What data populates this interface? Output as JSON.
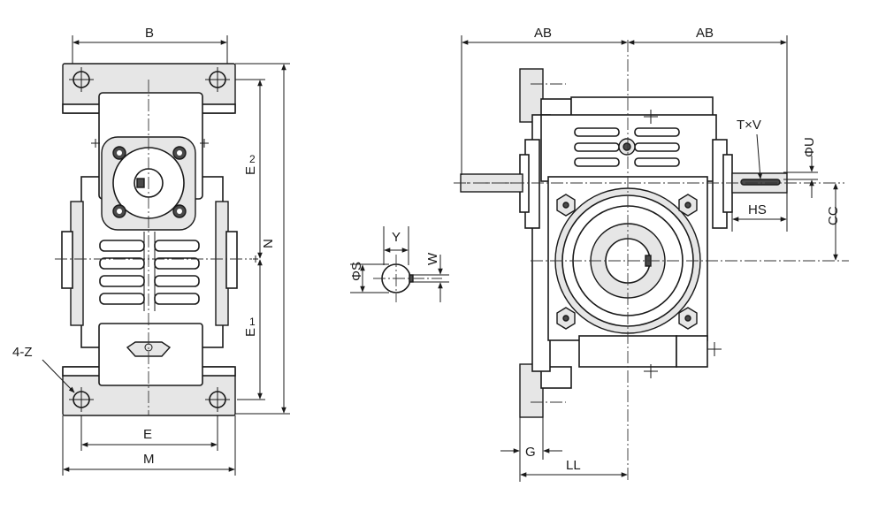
{
  "labels": {
    "B": "B",
    "E2": "E",
    "E2_sub": "2",
    "E1": "E",
    "E1_sub": "1",
    "N": "N",
    "Z": "4-Z",
    "E": "E",
    "M": "M",
    "AB_left": "AB",
    "AB_right": "AB",
    "TxV": "T×V",
    "U": "ΦU",
    "HS": "HS",
    "CC": "CC",
    "Y": "Y",
    "W": "W",
    "S": "ΦS",
    "G": "G",
    "LL": "LL"
  }
}
